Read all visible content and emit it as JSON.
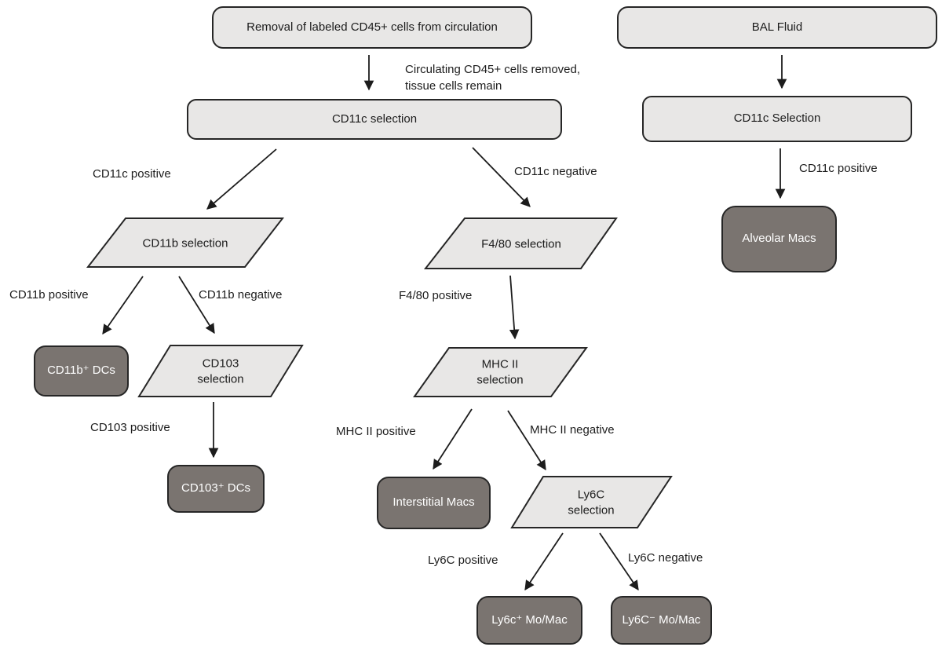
{
  "colors": {
    "light_fill": "#e8e7e6",
    "dark_fill": "#7a7470",
    "outline": "#262626",
    "text": "#1c1c1c",
    "dark_text": "#ffffff",
    "background": "#ffffff"
  },
  "nodes": {
    "removal": "Removal of labeled CD45+ cells from circulation",
    "cd11c_selection_left": "CD11c selection",
    "cd11b_selection": "CD11b selection",
    "f480_selection": "F4/80 selection",
    "cd103_selection": "CD103\nselection",
    "mhcii_selection": "MHC II\nselection",
    "ly6c_selection": "Ly6C\nselection",
    "cd11b_dcs": "CD11b⁺ DCs",
    "cd103_dcs": "CD103⁺ DCs",
    "interstitial_macs": "Interstitial Macs",
    "ly6c_pos_momac": "Ly6c⁺ Mo/Mac",
    "ly6c_neg_momac": "Ly6C⁻ Mo/Mac",
    "bal_fluid": "BAL Fluid",
    "cd11c_selection_right": "CD11c Selection",
    "alveolar_macs": "Alveolar Macs"
  },
  "edge_labels": {
    "circulating_note": "Circulating CD45+ cells removed,\ntissue cells remain",
    "cd11c_positive_left": "CD11c positive",
    "cd11c_negative": "CD11c negative",
    "cd11b_positive": "CD11b positive",
    "cd11b_negative": "CD11b negative",
    "f480_positive": "F4/80 positive",
    "cd103_positive": "CD103 positive",
    "mhcii_positive": "MHC II positive",
    "mhcii_negative": "MHC II negative",
    "ly6c_positive": "Ly6C positive",
    "ly6c_negative": "Ly6C negative",
    "cd11c_positive_right": "CD11c positive"
  }
}
